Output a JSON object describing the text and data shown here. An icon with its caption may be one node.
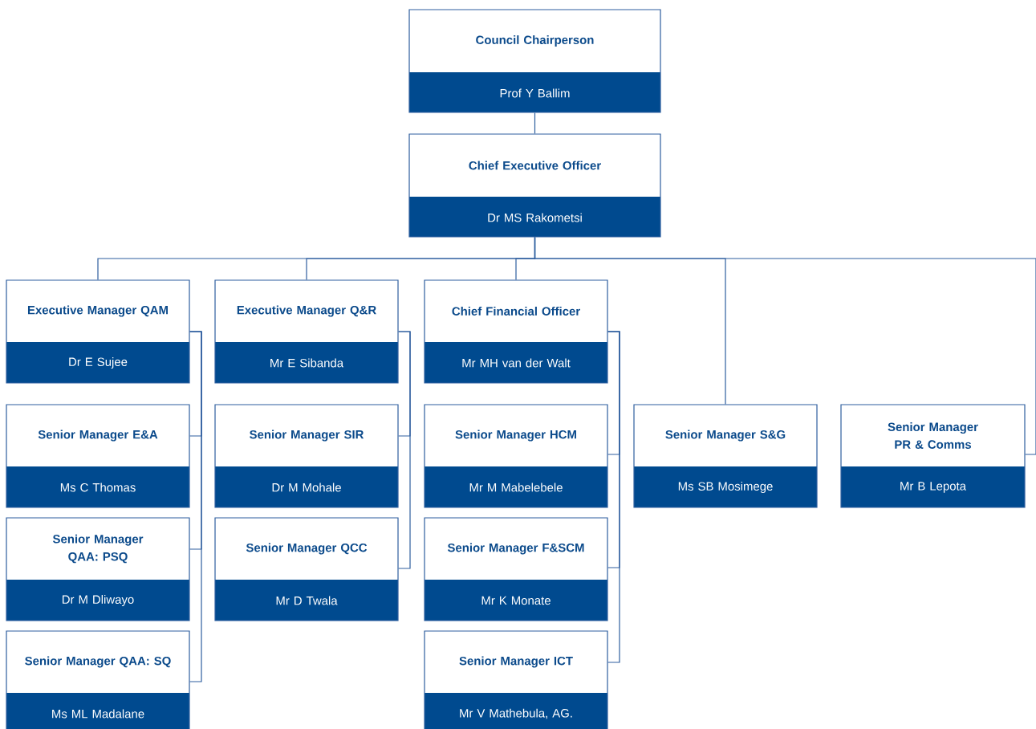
{
  "diagram": {
    "nodes": [
      {
        "text": [
          "Council Chairperson",
          "Prof Y Ballim"
        ]
      },
      {
        "text": [
          "Chief Executive Officer",
          "Dr MS Rakometsi"
        ]
      },
      {
        "text": [
          "Executive Manager QAM",
          "Dr E Sujee"
        ]
      },
      {
        "text": [
          "Executive Manager Q&R",
          "Mr E Sibanda"
        ]
      },
      {
        "text": [
          "Chief Financial Officer",
          "Mr MH van der Walt"
        ]
      },
      {
        "text": [
          "Senior Manager E&A",
          "Ms C Thomas"
        ]
      },
      {
        "text": [
          "Senior Manager SIR",
          "Dr M Mohale"
        ]
      },
      {
        "text": [
          "Senior Manager HCM",
          "Mr M Mabelebele"
        ]
      },
      {
        "text": [
          "Senior Manager S&G",
          "Ms SB Mosimege"
        ]
      },
      {
        "text": [
          "Senior Manager PR & Comms",
          "Mr B Lepota"
        ]
      },
      {
        "text": [
          "Senior Manager QAA: PSQ",
          "Dr M Dliwayo"
        ]
      },
      {
        "text": [
          "Senior Manager QCC",
          "Mr D Twala"
        ]
      },
      {
        "text": [
          "Senior Manager F&SCM",
          "Mr K Monate"
        ]
      },
      {
        "text": [
          "Senior Manager QAA: SQ",
          "Ms ML Madalane"
        ]
      },
      {
        "text": [
          "Senior Manager ICT",
          "Mr V Mathebula, AG."
        ]
      }
    ],
    "edges": [
      {
        "from": 0,
        "to": 1,
        "arrow": "none"
      },
      {
        "from": 1,
        "to": 2,
        "arrow": "none"
      },
      {
        "from": 1,
        "to": 3,
        "arrow": "none"
      },
      {
        "from": 1,
        "to": 4,
        "arrow": "none"
      },
      {
        "from": 1,
        "to": 8,
        "arrow": "none"
      },
      {
        "from": 1,
        "to": 9,
        "arrow": "none"
      },
      {
        "from": 2,
        "to": 5,
        "arrow": "none"
      },
      {
        "from": 2,
        "to": 10,
        "arrow": "none"
      },
      {
        "from": 2,
        "to": 13,
        "arrow": "none"
      },
      {
        "from": 3,
        "to": 6,
        "arrow": "none"
      },
      {
        "from": 3,
        "to": 11,
        "arrow": "none"
      },
      {
        "from": 4,
        "to": 7,
        "arrow": "none"
      },
      {
        "from": 4,
        "to": 12,
        "arrow": "none"
      },
      {
        "from": 4,
        "to": 14,
        "arrow": "none"
      }
    ]
  }
}
